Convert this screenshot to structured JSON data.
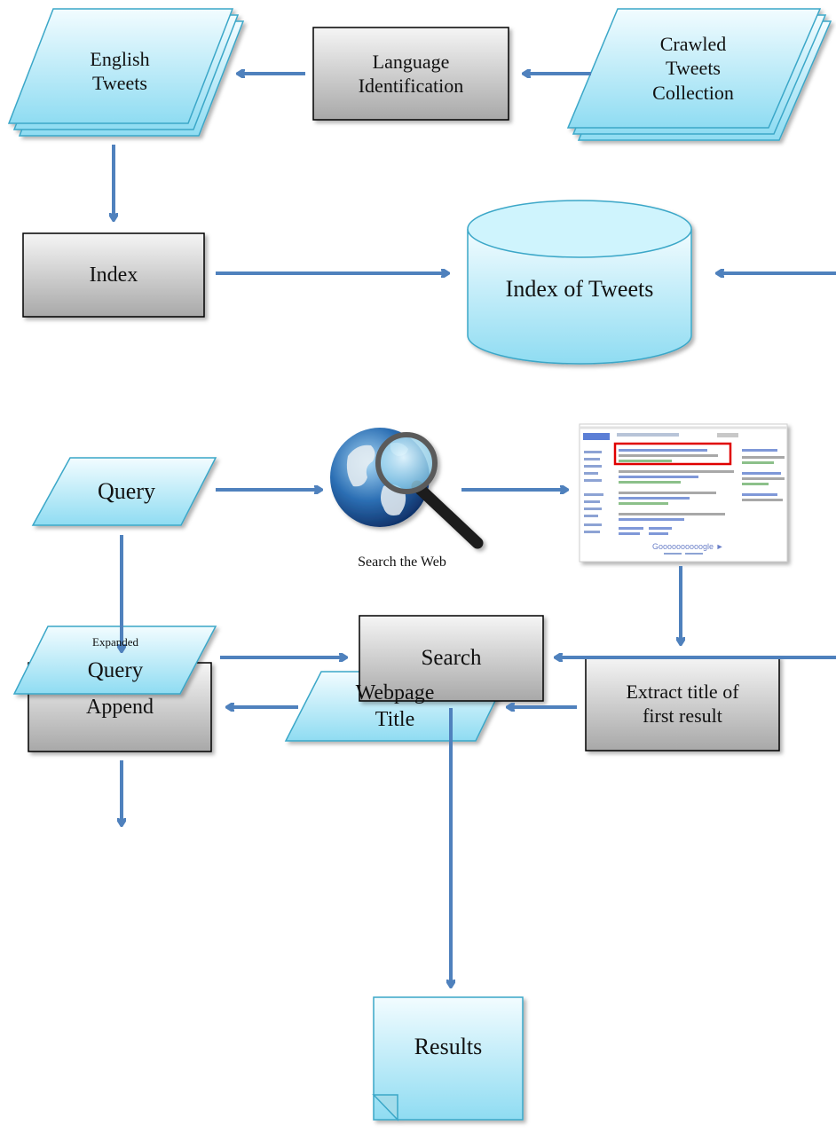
{
  "colors": {
    "arrow": "#4F81BD",
    "parallelogram_fill": "#BFEFFB",
    "box_fill": "#D9D9D9",
    "border": "#000000",
    "highlight": "#E00000"
  },
  "top": {
    "english_tweets": "English\nTweets",
    "language_identification": "Language\nIdentification",
    "crawled_tweets_collection": "Crawled\nTweets\nCollection",
    "index": "Index",
    "index_of_tweets": "Index of Tweets"
  },
  "bottom": {
    "query": "Query",
    "search_the_web": "Search the Web",
    "extract_title": "Extract title of\nfirst result",
    "webpage_title": "Webpage\nTitle",
    "append": "Append",
    "expanded_query_small": "Expanded",
    "expanded_query_large": "Query",
    "search": "Search",
    "results": "Results"
  },
  "icons": {
    "globe": "globe-magnifier-icon",
    "serp": "search-results-page-icon"
  }
}
